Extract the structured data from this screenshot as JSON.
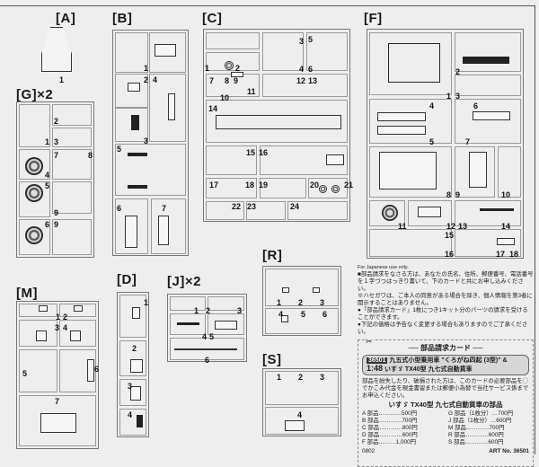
{
  "sprues": {
    "A": {
      "label": "[A]",
      "parts": [
        "1"
      ]
    },
    "B": {
      "label": "[B]",
      "parts": [
        "1",
        "2",
        "4",
        "3",
        "5",
        "6",
        "7"
      ]
    },
    "G": {
      "label": "[G]×2",
      "parts": [
        "2",
        "1",
        "3",
        "7",
        "8",
        "4",
        "5",
        "6",
        "9",
        "9"
      ]
    },
    "C": {
      "label": "[C]",
      "parts": [
        "1",
        "2",
        "3",
        "4",
        "5",
        "6",
        "7",
        "8",
        "9",
        "10",
        "11",
        "12",
        "13",
        "14",
        "15",
        "16",
        "17",
        "18",
        "19",
        "20",
        "21",
        "22",
        "23",
        "24"
      ]
    },
    "F": {
      "label": "[F]",
      "parts": [
        "1",
        "2",
        "3",
        "4",
        "5",
        "6",
        "7",
        "8",
        "9",
        "10",
        "11",
        "12",
        "13",
        "14",
        "15",
        "16",
        "17",
        "18"
      ]
    },
    "M": {
      "label": "[M]",
      "parts": [
        "1",
        "2",
        "3",
        "4",
        "5",
        "6",
        "7"
      ]
    },
    "D": {
      "label": "[D]",
      "parts": [
        "1",
        "2",
        "3",
        "4"
      ]
    },
    "J": {
      "label": "[J]×2",
      "parts": [
        "1",
        "2",
        "3",
        "4",
        "5",
        "6"
      ]
    },
    "R": {
      "label": "[R]",
      "parts": [
        "1",
        "2",
        "3",
        "4",
        "5",
        "6"
      ]
    },
    "S": {
      "label": "[S]",
      "parts": [
        "1",
        "2",
        "3",
        "4"
      ]
    }
  },
  "info": {
    "english_note": "For Japanese use only.",
    "notes": [
      "■部品請求をなさる方は、あなたの氏名、住所、郵便番号、電話番号を１字づつはっきり書いて、下のカードと共にお申し込みください。",
      "※ハセガワは、ご本人の同意がある場合を除き、個人情報を第3者に開示することはありません。",
      "●「部品請求カード」1枚につき1キット分のパーツの請求を受けることができます。",
      "●下記の価格は予告なく変更する場合もありますのでご了承ください。"
    ],
    "scissors": "✂",
    "card_title": "── 部品請求カード ──",
    "kit_code": "36501",
    "kit_name_1": "九五式小型乗用車 \"くろがね四起 (3型)\" &",
    "kit_scale": "1:48",
    "kit_name_2": "いすゞ TX40型 九七式自動貨車",
    "instructions": "部品を紛失したり、破損された方は、このカードの必要部品を◯でかこみ代金を現金書留または郵便小為替で当社サービス係までお申込ください。",
    "parts_heading": "いすゞ TX40型 九七式自動貨車の部品",
    "prices": [
      "A 部品…………500円",
      "G 部品（1枚分）…700円",
      "B 部品…………700円",
      "J 部品（1枚分）…600円",
      "C 部品…………800円",
      "M 部品…………700円",
      "D 部品…………600円",
      "R 部品…………600円",
      "F 部品………1,000円",
      "S 部品…………600円"
    ],
    "date_code": "0802",
    "art_no": "ART No. 36501"
  }
}
